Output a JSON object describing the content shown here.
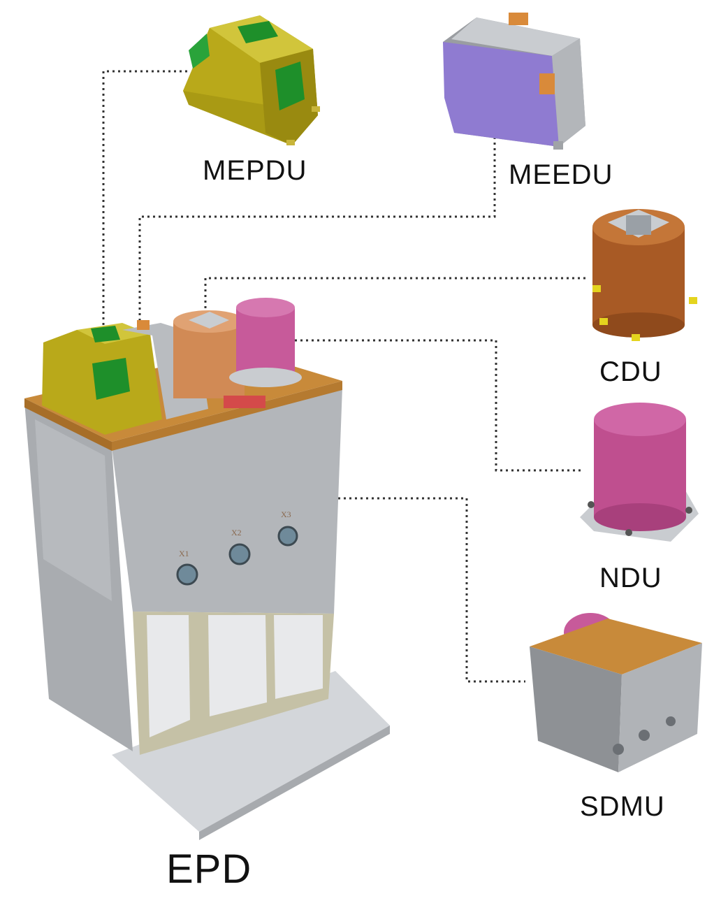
{
  "labels": {
    "epd": "EPD",
    "mepdu": "MEPDU",
    "meedu": "MEEDU",
    "cdu": "CDU",
    "ndu": "NDU",
    "sdmu": "SDMU"
  },
  "connectors": {
    "x1": "X1",
    "x2": "X2",
    "x3": "X3"
  },
  "colors": {
    "yellow": "#b9a91a",
    "green": "#1e8f2a",
    "purple": "#8f7bd1",
    "grey": "#b9bcc0",
    "copper": "#b5652c",
    "orange": "#d98a3a",
    "magenta": "#c75a9a",
    "tan": "#c88a3a"
  }
}
